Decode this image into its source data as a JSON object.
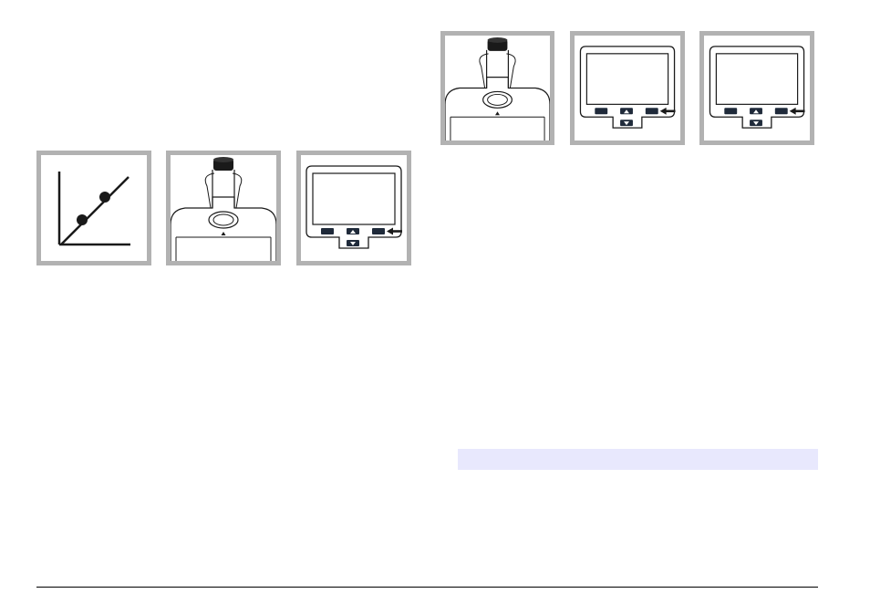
{
  "colors": {
    "frame": "#b2b2b2",
    "ink": "#1a1a1a",
    "key_fill": "#1f2a3a",
    "highlight": "#e8e8fd",
    "rule": "#000000"
  },
  "illustrations": [
    {
      "id": "calibration-graph",
      "icon": "calibration-curve-icon"
    },
    {
      "id": "vial-in-meter-step1",
      "icon": "sample-vial-in-cell-icon"
    },
    {
      "id": "keypad-right-key-step1",
      "icon": "press-right-key-icon"
    },
    {
      "id": "vial-in-meter-step2",
      "icon": "sample-vial-in-cell-icon"
    },
    {
      "id": "keypad-right-key-step2",
      "icon": "press-right-key-icon"
    },
    {
      "id": "keypad-right-key-step3",
      "icon": "press-right-key-icon"
    }
  ]
}
